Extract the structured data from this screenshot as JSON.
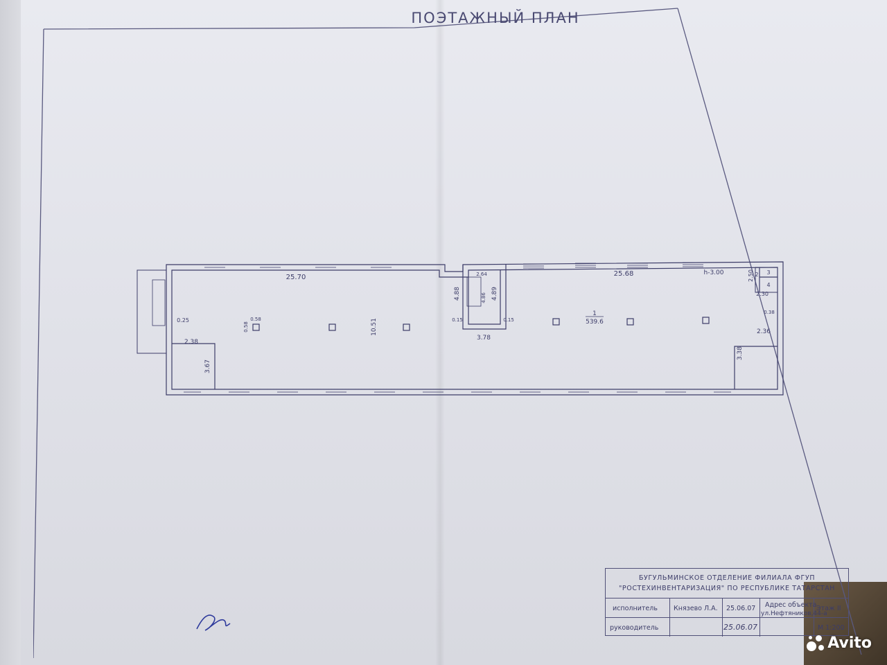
{
  "title": "ПОЭТАЖНЫЙ ПЛАН",
  "plan": {
    "dims": {
      "left_length": "25.70",
      "right_length": "25.68",
      "width": "10.51",
      "stair_left_h": "4.88",
      "stair_top": "2.64",
      "stair_inner": "4.86",
      "stair_right_h": "4.89",
      "stair_bottom": "3.78",
      "stair_left_wall": "0.15",
      "stair_right_wall": "0.15",
      "col_a": "0.58",
      "col_b": "0.58",
      "wall_left": "0.25",
      "room_left_w": "2.38",
      "room_left_h": "3.67",
      "room_right_w": "2.36",
      "room_right_h": "3.38",
      "wall_right": "0.38",
      "height": "h-3.00",
      "small_h": "2.50",
      "small_w": "2.30"
    },
    "room_number": "1",
    "room_area": "539.6",
    "small_rooms": [
      "2",
      "3",
      "4"
    ]
  },
  "stamp": {
    "org_line1": "БУГУЛЬМИНСКОЕ ОТДЕЛЕНИЕ ФИЛИАЛА ФГУП",
    "org_line2": "\"РОСТЕХИНВЕНТАРИЗАЦИЯ\" ПО РЕСПУБЛИКЕ ТАТАРСТАН",
    "executor_label": "исполнитель",
    "executor_name": "Князево Л.А.",
    "executor_date": "25.06.07",
    "head_label": "руководитель",
    "head_date": "25.06.07",
    "address_label": "Адрес объекта",
    "address_value": "ул.Нефтяников,44-а",
    "floor_label": "Этаж",
    "floor_value": "II",
    "scale": "М 1:200"
  },
  "watermark": "Avito",
  "colors": {
    "ink": "#3c3c68",
    "paper": "#e4e5eb"
  }
}
